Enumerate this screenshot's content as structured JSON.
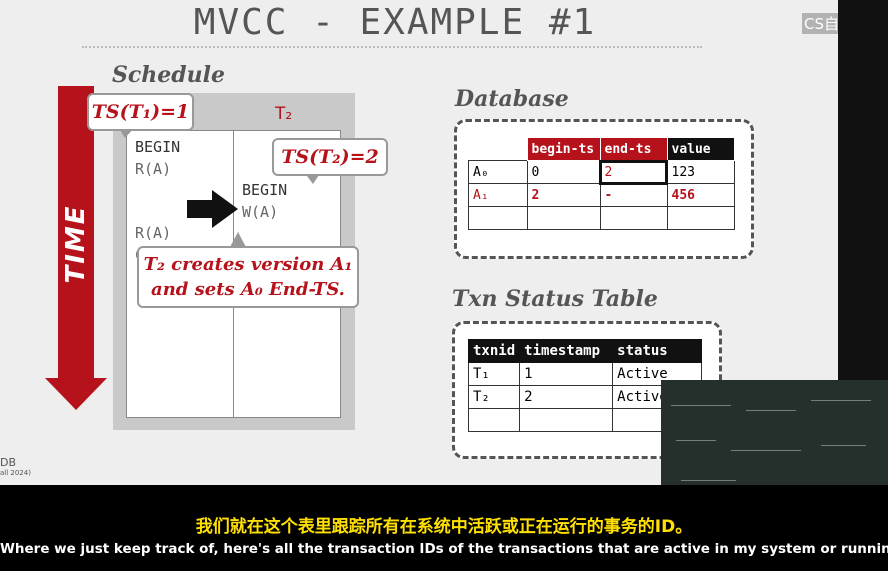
{
  "slide": {
    "title": "MVCC - EXAMPLE #1",
    "corner": "CS自学社",
    "logo_line1": "DB",
    "logo_line2": "all 2024)"
  },
  "schedule": {
    "label": "Schedule",
    "time_label": "TIME",
    "t2_header": "T₂",
    "t1_ops": [
      "BEGIN",
      "R(A)",
      "R(A)",
      "C"
    ],
    "t2_ops": [
      "BEGIN",
      "W(A)"
    ],
    "bubble_ts1": "TS(T₁)=1",
    "bubble_ts2": "TS(T₂)=2",
    "annotation_line1": "T₂ creates version A₁",
    "annotation_line2": "and sets A₀ End-TS."
  },
  "database": {
    "label": "Database",
    "headers": [
      "begin-ts",
      "end-ts",
      "value"
    ],
    "rows": [
      {
        "version": "A₀",
        "begin": "0",
        "end": "2",
        "value": "123"
      },
      {
        "version": "A₁",
        "begin": "2",
        "end": "-",
        "value": "456"
      },
      {
        "version": "",
        "begin": "",
        "end": "",
        "value": ""
      }
    ]
  },
  "txn_status": {
    "label": "Txn Status Table",
    "headers": [
      "txnid",
      "timestamp",
      "status"
    ],
    "rows": [
      {
        "txnid": "T₁",
        "timestamp": "1",
        "status": "Active"
      },
      {
        "txnid": "T₂",
        "timestamp": "2",
        "status": "Active"
      },
      {
        "txnid": "",
        "timestamp": "",
        "status": ""
      }
    ]
  },
  "subtitles": {
    "chinese": "我们就在这个表里跟踪所有在系统中活跃或正在运行的事务的ID。",
    "english": "Where we just keep track of, here's all the transaction IDs of the transactions that are active in my system or running r"
  },
  "colors": {
    "accent": "#b5121b",
    "subtitle_cn": "#ffe000"
  }
}
